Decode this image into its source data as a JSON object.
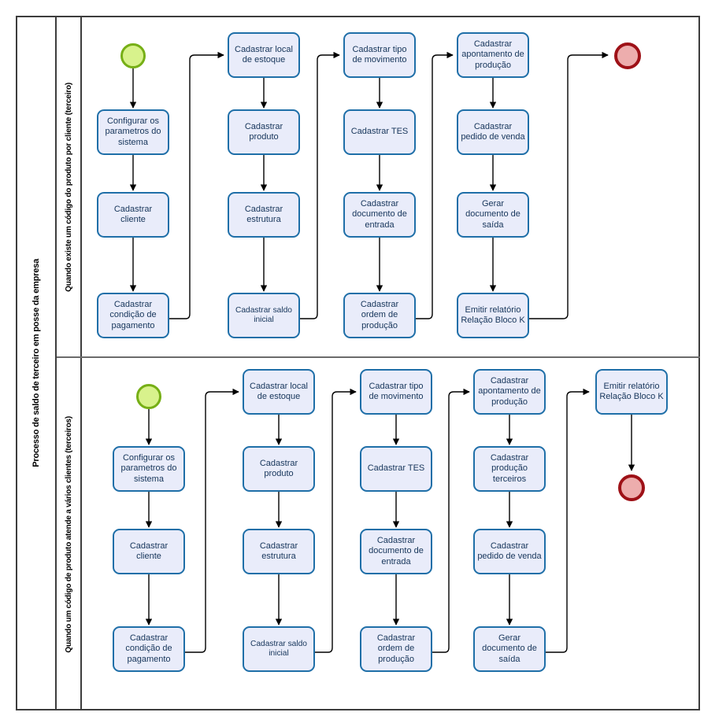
{
  "pool": {
    "label": "Processo de saldo de terceiro em posse da empresa"
  },
  "lanes": [
    {
      "id": "lane-1",
      "label": "Quando existe um código do produto por cliente (terceiro)",
      "start_event": "start-event",
      "end_event": "end-event",
      "columns": [
        {
          "id": "col-1",
          "tasks": [
            "Configurar os parametros do sistema",
            "Cadastrar cliente",
            "Cadastrar condição de pagamento"
          ]
        },
        {
          "id": "col-2",
          "tasks": [
            "Cadastrar local de estoque",
            "Cadastrar produto",
            "Cadastrar estrutura",
            "Cadastrar saldo inicial"
          ]
        },
        {
          "id": "col-3",
          "tasks": [
            "Cadastrar tipo de movimento",
            "Cadastrar TES",
            "Cadastrar documento de entrada",
            "Cadastrar ordem de produção"
          ]
        },
        {
          "id": "col-4",
          "tasks": [
            "Cadastrar apontamento de produção",
            "Cadastrar pedido de venda",
            "Gerar documento de saída",
            "Emitir relatório Relação Bloco K"
          ]
        }
      ]
    },
    {
      "id": "lane-2",
      "label": "Quando um código de produto atende a vários clientes (terceiros)",
      "start_event": "start-event",
      "end_event": "end-event",
      "columns": [
        {
          "id": "col-1",
          "tasks": [
            "Configurar os parametros do sistema",
            "Cadastrar cliente",
            "Cadastrar condição de pagamento"
          ]
        },
        {
          "id": "col-2",
          "tasks": [
            "Cadastrar local de estoque",
            "Cadastrar produto",
            "Cadastrar estrutura",
            "Cadastrar saldo inicial"
          ]
        },
        {
          "id": "col-3",
          "tasks": [
            "Cadastrar tipo de movimento",
            "Cadastrar TES",
            "Cadastrar documento de entrada",
            "Cadastrar ordem de produção"
          ]
        },
        {
          "id": "col-4",
          "tasks": [
            "Cadastrar apontamento de produção",
            "Cadastrar produção terceiros",
            "Cadastrar pedido de venda",
            "Gerar documento de saída"
          ]
        },
        {
          "id": "col-5",
          "tasks": [
            "Emitir relatório Relação Bloco K"
          ]
        }
      ]
    }
  ],
  "colors": {
    "task_fill": "#e9ecfa",
    "task_border": "#1f6fa8",
    "start_fill": "#d8f28c",
    "start_border": "#76af16",
    "end_fill": "#edadad",
    "end_border": "#9e1117",
    "pool_border": "#3d3d3d",
    "connector": "#000000"
  }
}
